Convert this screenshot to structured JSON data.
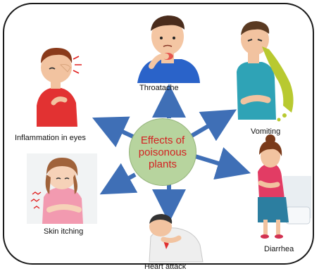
{
  "center": {
    "line1": "Effects of",
    "line2": "poisonous",
    "line3": "plants"
  },
  "symptoms": [
    {
      "label": "Throatache",
      "icon": "sore-throat-person-icon"
    },
    {
      "label": "Vomiting",
      "icon": "vomiting-person-icon"
    },
    {
      "label": "Diarrhea",
      "icon": "stomach-ache-person-icon"
    },
    {
      "label": "Heart attack",
      "icon": "chest-pain-person-icon"
    },
    {
      "label": "Skin itching",
      "icon": "itching-person-icon"
    },
    {
      "label": "Inflammation in eyes",
      "icon": "eye-pain-person-icon"
    }
  ],
  "colors": {
    "arrow": "#3f6fb6",
    "center_fill": "#b7d49e",
    "center_text": "#d32222",
    "border": "#1a1a1a"
  }
}
